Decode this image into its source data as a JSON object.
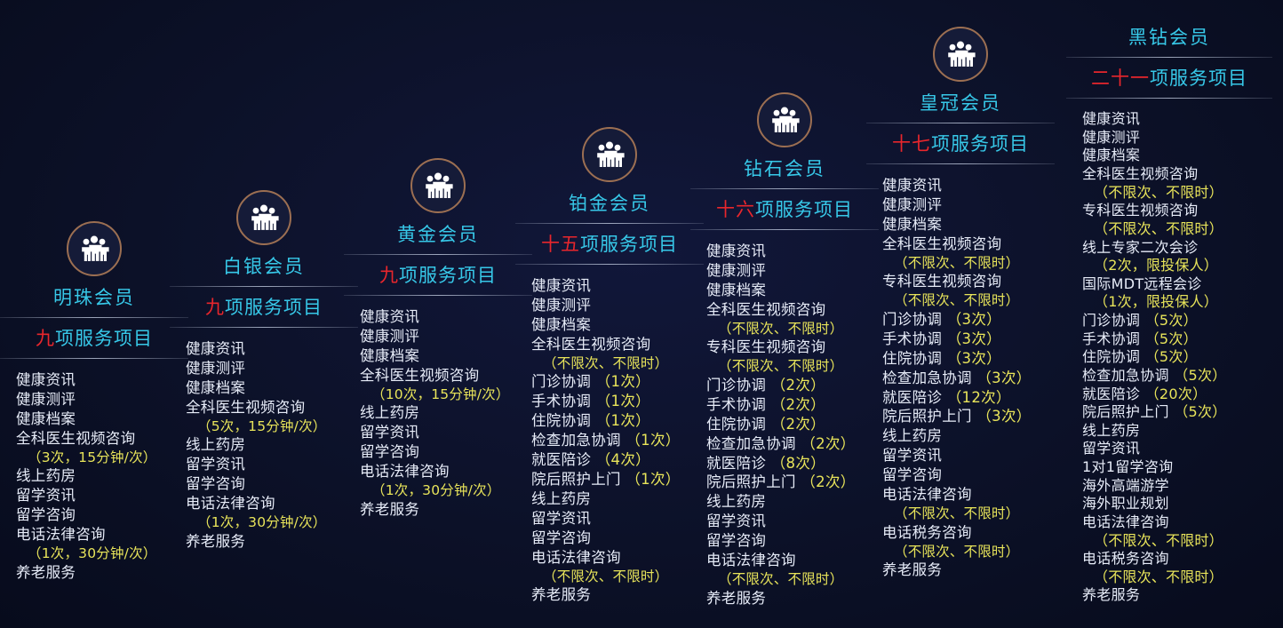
{
  "page": {
    "title": "会员服务项目对比",
    "background_color": "#0b1026",
    "accent_color": "#37c8e8",
    "highlight_color": "#e8262c",
    "note_color": "#e8e45a",
    "badge_ring_color": "#9c6f52",
    "suffix_label": "项服务项目"
  },
  "tiers": [
    {
      "id": "tier-0",
      "name": "明珠会员",
      "count_number": "九",
      "count_suffix": "项服务项目",
      "icon": "group-people-icon",
      "has_icon": true,
      "items": [
        {
          "main": "健康资讯",
          "note": ""
        },
        {
          "main": "健康测评",
          "note": ""
        },
        {
          "main": "健康档案",
          "note": ""
        },
        {
          "main": "全科医生视频咨询",
          "note": "（3次，15分钟/次）"
        },
        {
          "main": "线上药房",
          "note": ""
        },
        {
          "main": "留学资讯",
          "note": ""
        },
        {
          "main": "留学咨询",
          "note": ""
        },
        {
          "main": "电话法律咨询",
          "note": "（1次，30分钟/次）"
        },
        {
          "main": "养老服务",
          "note": ""
        }
      ]
    },
    {
      "id": "tier-1",
      "name": "白银会员",
      "count_number": "九",
      "count_suffix": "项服务项目",
      "icon": "group-people-icon",
      "has_icon": true,
      "items": [
        {
          "main": "健康资讯",
          "note": ""
        },
        {
          "main": "健康测评",
          "note": ""
        },
        {
          "main": "健康档案",
          "note": ""
        },
        {
          "main": "全科医生视频咨询",
          "note": "（5次，15分钟/次）"
        },
        {
          "main": "线上药房",
          "note": ""
        },
        {
          "main": "留学资讯",
          "note": ""
        },
        {
          "main": "留学咨询",
          "note": ""
        },
        {
          "main": "电话法律咨询",
          "note": "（1次，30分钟/次）"
        },
        {
          "main": "养老服务",
          "note": ""
        }
      ]
    },
    {
      "id": "tier-2",
      "name": "黄金会员",
      "count_number": "九",
      "count_suffix": "项服务项目",
      "icon": "group-people-icon",
      "has_icon": true,
      "items": [
        {
          "main": "健康资讯",
          "note": ""
        },
        {
          "main": "健康测评",
          "note": ""
        },
        {
          "main": "健康档案",
          "note": ""
        },
        {
          "main": "全科医生视频咨询",
          "note": "（10次，15分钟/次）"
        },
        {
          "main": "线上药房",
          "note": ""
        },
        {
          "main": "留学资讯",
          "note": ""
        },
        {
          "main": "留学咨询",
          "note": ""
        },
        {
          "main": "电话法律咨询",
          "note": "（1次，30分钟/次）"
        },
        {
          "main": "养老服务",
          "note": ""
        }
      ]
    },
    {
      "id": "tier-3",
      "name": "铂金会员",
      "count_number": "十五",
      "count_suffix": "项服务项目",
      "icon": "group-people-icon",
      "has_icon": true,
      "items": [
        {
          "main": "健康资讯",
          "note": ""
        },
        {
          "main": "健康测评",
          "note": ""
        },
        {
          "main": "健康档案",
          "note": ""
        },
        {
          "main": "全科医生视频咨询",
          "note": "（不限次、不限时）"
        },
        {
          "main": "门诊协调",
          "inline_note": "（1次）",
          "note": ""
        },
        {
          "main": "手术协调",
          "inline_note": "（1次）",
          "note": ""
        },
        {
          "main": "住院协调",
          "inline_note": "（1次）",
          "note": ""
        },
        {
          "main": "检查加急协调",
          "inline_note": "（1次）",
          "note": ""
        },
        {
          "main": "就医陪诊",
          "inline_note": "（4次）",
          "note": ""
        },
        {
          "main": "院后照护上门",
          "inline_note": "（1次）",
          "note": ""
        },
        {
          "main": "线上药房",
          "note": ""
        },
        {
          "main": "留学资讯",
          "note": ""
        },
        {
          "main": "留学咨询",
          "note": ""
        },
        {
          "main": "电话法律咨询",
          "note": "（不限次、不限时）"
        },
        {
          "main": "养老服务",
          "note": ""
        }
      ]
    },
    {
      "id": "tier-4",
      "name": "钻石会员",
      "count_number": "十六",
      "count_suffix": "项服务项目",
      "icon": "group-people-icon",
      "has_icon": true,
      "items": [
        {
          "main": "健康资讯",
          "note": ""
        },
        {
          "main": "健康测评",
          "note": ""
        },
        {
          "main": "健康档案",
          "note": ""
        },
        {
          "main": "全科医生视频咨询",
          "note": "（不限次、不限时）"
        },
        {
          "main": "专科医生视频咨询",
          "note": "（不限次、不限时）"
        },
        {
          "main": "门诊协调",
          "inline_note": "（2次）",
          "note": ""
        },
        {
          "main": "手术协调",
          "inline_note": "（2次）",
          "note": ""
        },
        {
          "main": "住院协调",
          "inline_note": "（2次）",
          "note": ""
        },
        {
          "main": "检查加急协调",
          "inline_note": "（2次）",
          "note": ""
        },
        {
          "main": "就医陪诊",
          "inline_note": "（8次）",
          "note": ""
        },
        {
          "main": "院后照护上门",
          "inline_note": "（2次）",
          "note": ""
        },
        {
          "main": "线上药房",
          "note": ""
        },
        {
          "main": "留学资讯",
          "note": ""
        },
        {
          "main": "留学咨询",
          "note": ""
        },
        {
          "main": "电话法律咨询",
          "note": "（不限次、不限时）"
        },
        {
          "main": "养老服务",
          "note": ""
        }
      ]
    },
    {
      "id": "tier-5",
      "name": "皇冠会员",
      "count_number": "十七",
      "count_suffix": "项服务项目",
      "icon": "group-people-icon",
      "has_icon": true,
      "items": [
        {
          "main": "健康资讯",
          "note": ""
        },
        {
          "main": "健康测评",
          "note": ""
        },
        {
          "main": "健康档案",
          "note": ""
        },
        {
          "main": "全科医生视频咨询",
          "note": "（不限次、不限时）"
        },
        {
          "main": "专科医生视频咨询",
          "note": "（不限次、不限时）"
        },
        {
          "main": "门诊协调",
          "inline_note": "（3次）",
          "note": ""
        },
        {
          "main": "手术协调",
          "inline_note": "（3次）",
          "note": ""
        },
        {
          "main": "住院协调",
          "inline_note": "（3次）",
          "note": ""
        },
        {
          "main": "检查加急协调",
          "inline_note": "（3次）",
          "note": ""
        },
        {
          "main": "就医陪诊",
          "inline_note": "（12次）",
          "note": ""
        },
        {
          "main": "院后照护上门",
          "inline_note": "（3次）",
          "note": ""
        },
        {
          "main": "线上药房",
          "note": ""
        },
        {
          "main": "留学资讯",
          "note": ""
        },
        {
          "main": "留学咨询",
          "note": ""
        },
        {
          "main": "电话法律咨询",
          "note": "（不限次、不限时）"
        },
        {
          "main": "电话税务咨询",
          "note": "（不限次、不限时）"
        },
        {
          "main": "养老服务",
          "note": ""
        }
      ]
    },
    {
      "id": "tier-6",
      "name": "黑钻会员",
      "count_number": "二十一",
      "count_suffix": "项服务项目",
      "icon": "group-people-icon",
      "has_icon": false,
      "items": [
        {
          "main": "健康资讯",
          "note": ""
        },
        {
          "main": "健康测评",
          "note": ""
        },
        {
          "main": "健康档案",
          "note": ""
        },
        {
          "main": "全科医生视频咨询",
          "note": "（不限次、不限时）"
        },
        {
          "main": "专科医生视频咨询",
          "note": "（不限次、不限时）"
        },
        {
          "main": "线上专家二次会诊",
          "note": "（2次，限投保人）"
        },
        {
          "main": "国际MDT远程会诊",
          "note": "（1次，限投保人）"
        },
        {
          "main": "门诊协调",
          "inline_note": "（5次）",
          "note": ""
        },
        {
          "main": "手术协调",
          "inline_note": "（5次）",
          "note": ""
        },
        {
          "main": "住院协调",
          "inline_note": "（5次）",
          "note": ""
        },
        {
          "main": "检查加急协调",
          "inline_note": "（5次）",
          "note": ""
        },
        {
          "main": "就医陪诊",
          "inline_note": "（20次）",
          "note": ""
        },
        {
          "main": "院后照护上门",
          "inline_note": "（5次）",
          "note": ""
        },
        {
          "main": "线上药房",
          "note": ""
        },
        {
          "main": "留学资讯",
          "note": ""
        },
        {
          "main": "1对1留学咨询",
          "note": ""
        },
        {
          "main": "海外高端游学",
          "note": ""
        },
        {
          "main": "海外职业规划",
          "note": ""
        },
        {
          "main": "电话法律咨询",
          "note": "（不限次、不限时）"
        },
        {
          "main": "电话税务咨询",
          "note": "（不限次、不限时）"
        },
        {
          "main": "养老服务",
          "note": ""
        }
      ]
    }
  ]
}
